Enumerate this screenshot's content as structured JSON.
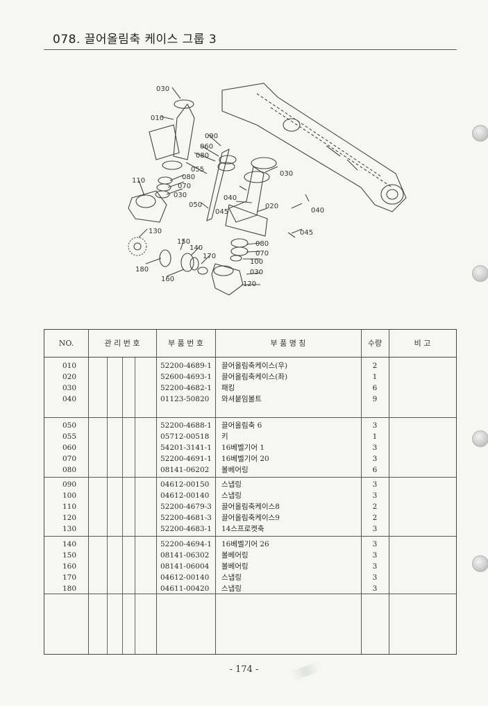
{
  "page": {
    "title": "078. 끌어올림축 케이스 그룹 3",
    "page_number": "- 174 -"
  },
  "diagram_labels": [
    "030",
    "010",
    "090",
    "060",
    "080",
    "055",
    "080",
    "070",
    "030",
    "110",
    "050",
    "045",
    "040",
    "020",
    "030",
    "040",
    "130",
    "150",
    "140",
    "170",
    "080",
    "070",
    "100",
    "030",
    "120",
    "180",
    "160",
    "045"
  ],
  "table": {
    "headers": {
      "no": "NO.",
      "mgmt": "관 리 번 호",
      "part_no": "부 품 번 호",
      "name": "부 품 명 칭",
      "qty": "수량",
      "remarks": "비 고"
    },
    "groups": [
      [
        {
          "no": "010",
          "part_no": "52200-4689-1",
          "name": "끌어올림축케이스(우)",
          "qty": "2"
        },
        {
          "no": "020",
          "part_no": "52600-4693-1",
          "name": "끌어올림축케이스(좌)",
          "qty": "1"
        },
        {
          "no": "030",
          "part_no": "52200-4682-1",
          "name": "패킹",
          "qty": "6"
        },
        {
          "no": "040",
          "part_no": "01123-50820",
          "name": "와셔붙임볼트",
          "qty": "9"
        }
      ],
      [
        {
          "no": "050",
          "part_no": "52200-4688-1",
          "name": "끌어올림축 6",
          "qty": "3"
        },
        {
          "no": "055",
          "part_no": "05712-00518",
          "name": "키",
          "qty": "1"
        },
        {
          "no": "060",
          "part_no": "54201-3141-1",
          "name": "16베벨기어 1",
          "qty": "3"
        },
        {
          "no": "070",
          "part_no": "52200-4691-1",
          "name": "16베벨기어 20",
          "qty": "3"
        },
        {
          "no": "080",
          "part_no": "08141-06202",
          "name": "볼베어링",
          "qty": "6"
        }
      ],
      [
        {
          "no": "090",
          "part_no": "04612-00150",
          "name": "스냅링",
          "qty": "3"
        },
        {
          "no": "100",
          "part_no": "04612-00140",
          "name": "스냅링",
          "qty": "3"
        },
        {
          "no": "110",
          "part_no": "52200-4679-3",
          "name": "끌어올림축케이스8",
          "qty": "2"
        },
        {
          "no": "120",
          "part_no": "52200-4681-3",
          "name": "끌어올림축케이스9",
          "qty": "2"
        },
        {
          "no": "130",
          "part_no": "52200-4683-1",
          "name": "14스프로켓축",
          "qty": "3"
        }
      ],
      [
        {
          "no": "140",
          "part_no": "52200-4694-1",
          "name": "16베벨기어 26",
          "qty": "3"
        },
        {
          "no": "150",
          "part_no": "08141-06302",
          "name": "볼베어링",
          "qty": "3"
        },
        {
          "no": "160",
          "part_no": "08141-06004",
          "name": "볼베어링",
          "qty": "3"
        },
        {
          "no": "170",
          "part_no": "04612-00140",
          "name": "스냅링",
          "qty": "3"
        },
        {
          "no": "180",
          "part_no": "04611-00420",
          "name": "스냅링",
          "qty": "3"
        }
      ]
    ]
  }
}
